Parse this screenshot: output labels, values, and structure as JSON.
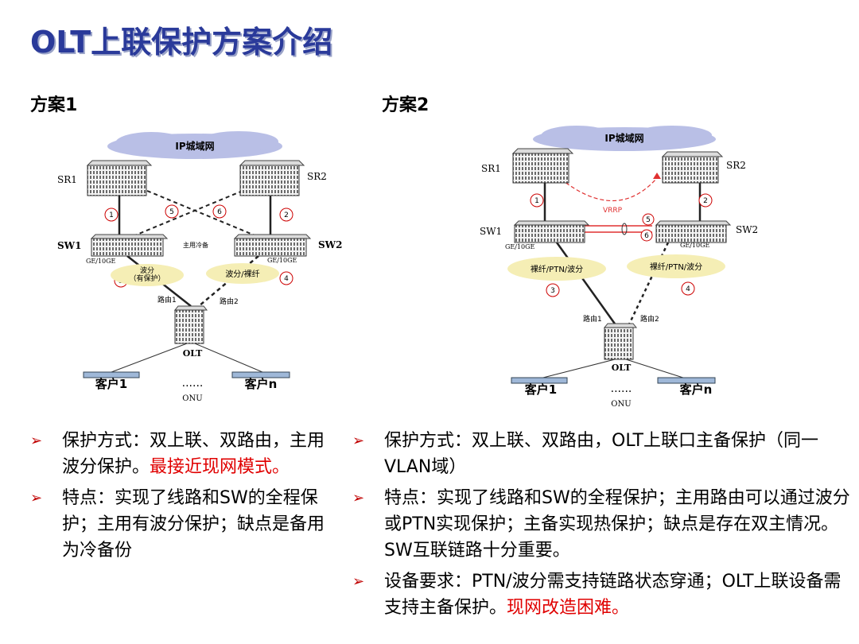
{
  "title": "OLT上联保护方案介绍",
  "plan1": {
    "label": "方案1",
    "diagram": {
      "cloud": "IP城域网",
      "sr1": "SR1",
      "sr2": "SR2",
      "sw1": "SW1",
      "sw2": "SW2",
      "ge1": "GE/10GE",
      "ge2": "GE/10GE",
      "mode": "主用冷备",
      "cloud_left": [
        "波分",
        "（有保护）"
      ],
      "cloud_right": "波分/裸纤",
      "route1": "路由1",
      "route2": "路由2",
      "olt": "OLT",
      "client1": "客户1",
      "clientn": "客户n",
      "dots": "......",
      "onu": "ONU",
      "n1": "1",
      "n2": "2",
      "n3": "3",
      "n4": "4",
      "n5": "5",
      "n6": "6"
    },
    "bullets": [
      {
        "text": "保护方式：双上联、双路由，主用波分保护。",
        "red": "最接近现网模式。"
      },
      {
        "text": "特点：实现了线路和SW的全程保护；主用有波分保护；缺点是备用为冷备份",
        "red": ""
      }
    ]
  },
  "plan2": {
    "label": "方案2",
    "diagram": {
      "cloud": "IP城域网",
      "sr1": "SR1",
      "sr2": "SR2",
      "sw1": "SW1",
      "sw2": "SW2",
      "ge1": "GE/10GE",
      "ge2": "GE/10GE",
      "vrrp": "VRRP",
      "cloud_left": "裸纤/PTN/波分",
      "cloud_right": "裸纤/PTN/波分",
      "route1": "路由1",
      "route2": "路由2",
      "olt": "OLT",
      "client1": "客户1",
      "clientn": "客户n",
      "dots": "......",
      "onu": "ONU",
      "n1": "1",
      "n2": "2",
      "n3": "3",
      "n4": "4",
      "n5": "5",
      "n6": "6"
    },
    "bullets": [
      {
        "text": "保护方式：双上联、双路由，OLT上联口主备保护（同一VLAN域）",
        "red": ""
      },
      {
        "text": "特点：实现了线路和SW的全程保护；主用路由可以通过波分或PTN实现保护；主备实现热保护；缺点是存在双主情况。SW互联链路十分重要。",
        "red": ""
      },
      {
        "text": "设备要求：PTN/波分需支持链路状态穿通；OLT上联设备需支持主备保护。",
        "red": "现网改造困难。"
      }
    ]
  },
  "colors": {
    "title": "#2a3a9a",
    "accent_red": "#e00000",
    "bullet": "#c00000",
    "cloud": "#b9bfe6",
    "cloud2": "#f5eeb5"
  }
}
